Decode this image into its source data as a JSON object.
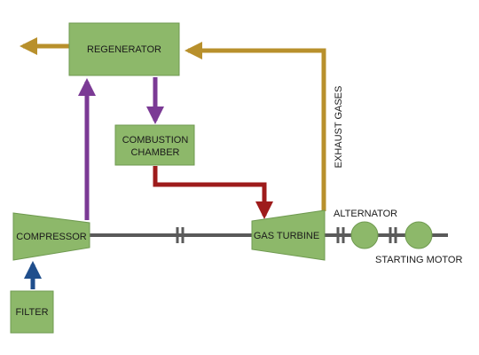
{
  "components": {
    "regenerator": "REGENERATOR",
    "combustion_chamber_line1": "COMBUSTION",
    "combustion_chamber_line2": "CHAMBER",
    "compressor": "COMPRESSOR",
    "gas_turbine": "GAS TURBINE",
    "filter": "FILTER",
    "alternator": "ALTERNATOR",
    "starting_motor": "STARTING MOTOR"
  },
  "flows": {
    "exhaust_gases": "EXHAUST GASES"
  },
  "colors": {
    "component_fill": "#8db86a",
    "exhaust_flow": "#b8902c",
    "compressed_air_flow": "#7b3a95",
    "hot_gas_flow": "#9e1b1b",
    "intake_air_flow": "#1f4e8c",
    "shaft": "#5a5a5a"
  }
}
